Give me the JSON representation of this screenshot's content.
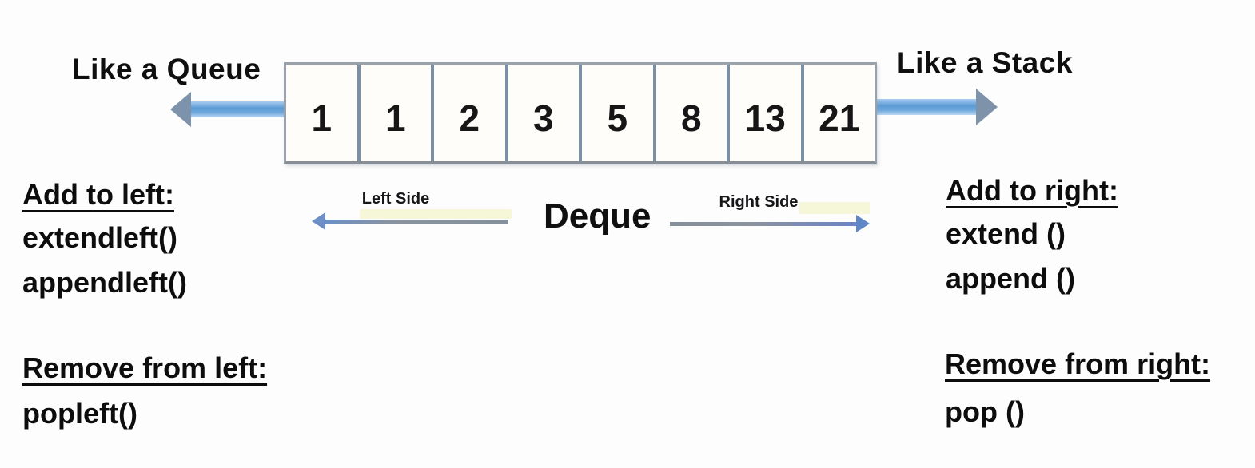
{
  "diagram": {
    "title_concept": "Deque",
    "deque_box": {
      "cells": [
        "1",
        "1",
        "2",
        "3",
        "5",
        "8",
        "13",
        "21"
      ]
    },
    "labels": {
      "like_a_queue": "Like a Queue",
      "like_a_stack": "Like a Stack",
      "deque": "Deque",
      "left_side": "Left Side",
      "right_side": "Right Side"
    },
    "left_column": {
      "add_header": "Add to left:",
      "add_methods": [
        "extendleft()",
        "appendleft()"
      ],
      "remove_header": "Remove from left:",
      "remove_methods": [
        "popleft()"
      ]
    },
    "right_column": {
      "add_header": "Add to right:",
      "add_methods": [
        "extend ()",
        "append ()"
      ],
      "remove_header": "Remove from right:",
      "remove_methods": [
        "pop ()"
      ]
    },
    "colors": {
      "thick_arrow_blue": "#5b9bd5",
      "thick_arrow_head": "#7d93ab",
      "thin_arrow_gray": "#8a93a0",
      "thin_arrow_blue_left": "#6b8fc6",
      "thin_arrow_blue_right": "#5f87c8",
      "box_border": "#99a1ab",
      "cell_divider": "#7b90a5",
      "text": "#0d0d0d",
      "background": "#fdfdfd"
    }
  }
}
